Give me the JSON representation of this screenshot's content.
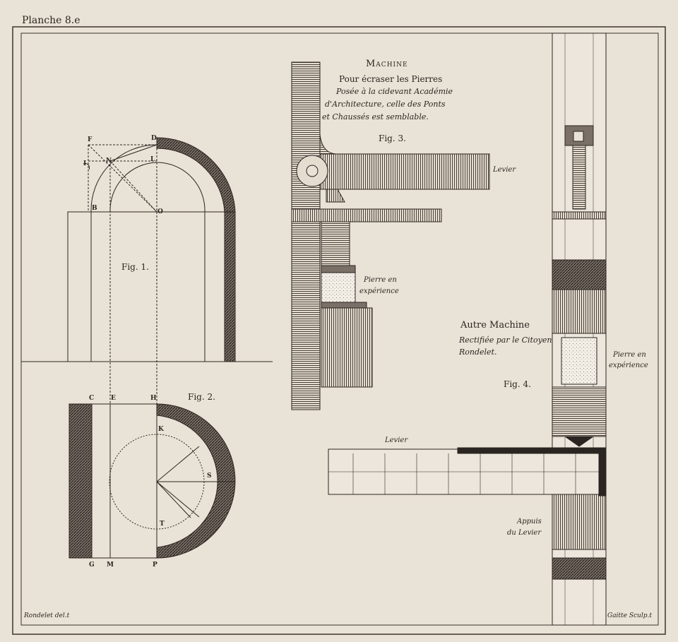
{
  "plate": {
    "number": "Planche 8.e",
    "draughtsman": "Rondelet del.t",
    "engraver": "Gaitte Sculp.t"
  },
  "machine": {
    "title": "Machine",
    "line1": "Pour écraser les Pierres",
    "line2": "Posée à la cidevant Académie",
    "line3": "d'Architecture, celle des Ponts",
    "line4": "et Chaussés est semblable."
  },
  "autre": {
    "title": "Autre Machine",
    "line1": "Rectifiée par le Citoyen",
    "line2": "Rondelet."
  },
  "figures": {
    "fig1": "Fig. 1.",
    "fig2": "Fig. 2.",
    "fig3": "Fig. 3.",
    "fig4": "Fig. 4."
  },
  "labels": {
    "levier": "Levier",
    "pierre_en": "Pierre en",
    "experience": "expérience",
    "appuis": "Appuis",
    "du_levier": "du Levier"
  },
  "letters": {
    "F": "F",
    "D": "D",
    "I": "I",
    "N": "N",
    "L": "L",
    "B": "B",
    "O": "O",
    "C": "C",
    "E": "E",
    "H": "H",
    "K": "K",
    "S": "S",
    "T": "T",
    "G": "G",
    "M": "M",
    "P": "P"
  }
}
